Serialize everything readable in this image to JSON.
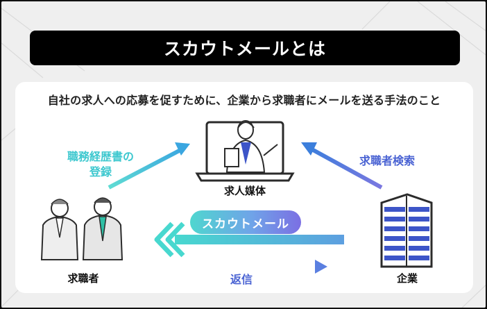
{
  "title": "スカウトメールとは",
  "subtitle": "自社の求人への応募を促すために、企業から求職者にメールを送る手法のこと",
  "labels": {
    "resume_line1": "職務経歴書の",
    "resume_line2": "登録",
    "job_search": "求職者検索",
    "media": "求人媒体",
    "seeker": "求職者",
    "company": "企業",
    "scout_mail": "スカウトメール",
    "reply": "返信"
  },
  "icons": [
    "laptop-woman-icon",
    "job-seekers-icon",
    "company-building-icon"
  ],
  "colors": {
    "title_bg": "#000000",
    "cyan": "#3ec8cf",
    "blue": "#4a63d3",
    "purple": "#7b6fe3",
    "building": "#3d55c8"
  }
}
